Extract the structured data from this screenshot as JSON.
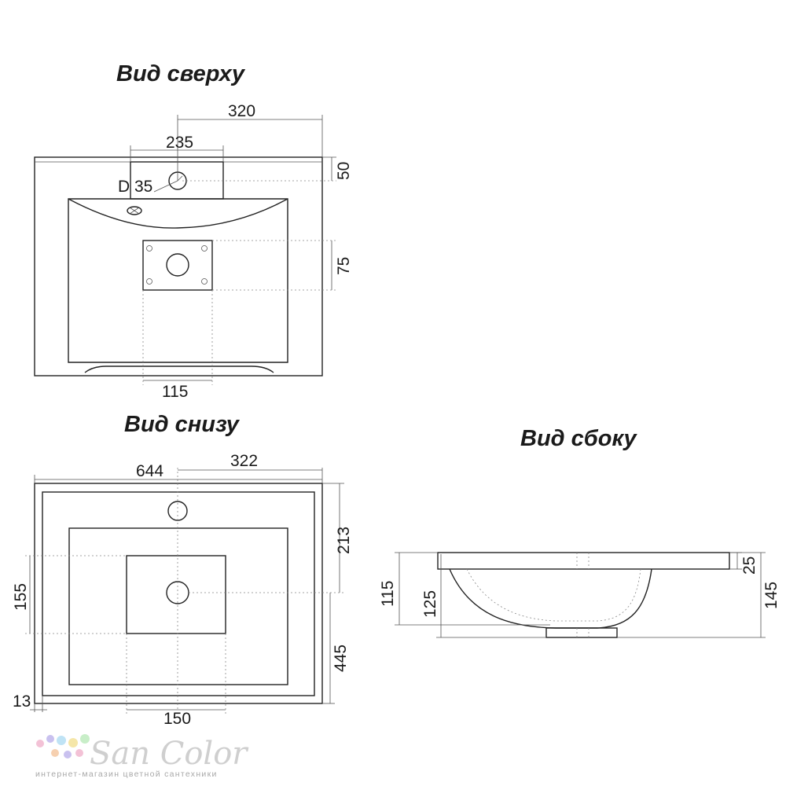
{
  "views": {
    "top": {
      "title": "Вид сверху",
      "dims": {
        "d320": "320",
        "d235": "235",
        "d50": "50",
        "d35": "D 35",
        "d75": "75",
        "d115": "115"
      }
    },
    "bottom": {
      "title": "Вид снизу",
      "dims": {
        "d644": "644",
        "d322": "322",
        "d213": "213",
        "d155": "155",
        "d445": "445",
        "d13": "13",
        "d150": "150"
      }
    },
    "side": {
      "title": "Вид сбоку",
      "dims": {
        "d115": "115",
        "d125": "125",
        "d25": "25",
        "d145": "145"
      }
    }
  },
  "brand": {
    "name": "San Color",
    "tagline": "интернет-магазин цветной сантехники",
    "dot_colors": [
      "#f3c2d6",
      "#c9c1ef",
      "#bfe3f5",
      "#f5e6a8",
      "#c8eec8",
      "#f6d0b0"
    ]
  }
}
